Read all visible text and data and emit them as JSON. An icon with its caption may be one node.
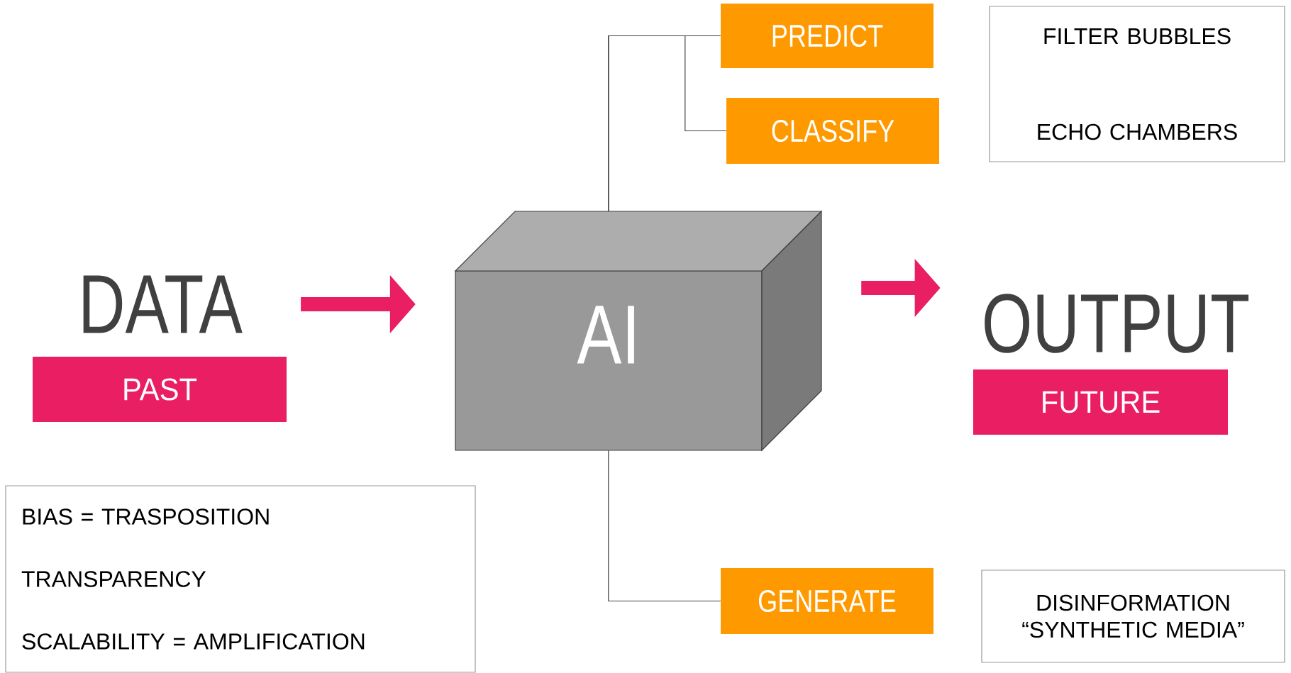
{
  "diagram": {
    "nodes": [
      {
        "text": [
          "DATA"
        ]
      },
      {
        "text": [
          "PAST"
        ]
      },
      {
        "text": [
          "AI"
        ]
      },
      {
        "text": [
          "OUTPUT"
        ]
      },
      {
        "text": [
          "FUTURE"
        ]
      },
      {
        "text": [
          "PREDICT"
        ]
      },
      {
        "text": [
          "CLASSIFY"
        ]
      },
      {
        "text": [
          "GENERATE"
        ]
      },
      {
        "text": [
          "FILTER BUBBLES",
          "ECHO CHAMBERS"
        ]
      },
      {
        "text": [
          "BIAS = TRASPOSITION",
          "TRANSPARENCY",
          "SCALABILITY = AMPLIFICATION"
        ]
      },
      {
        "text": [
          "DISINFORMATION “SYNTHETIC MEDIA”"
        ]
      }
    ],
    "edges": [
      {
        "from": 0,
        "to": 2,
        "arrow": "to",
        "style": "thick",
        "color": "#e91e63"
      },
      {
        "from": 2,
        "to": 3,
        "arrow": "to",
        "style": "thick",
        "color": "#e91e63"
      },
      {
        "from": 2,
        "to": 5,
        "arrow": "none"
      },
      {
        "from": 2,
        "to": 6,
        "arrow": "none"
      },
      {
        "from": 2,
        "to": 7,
        "arrow": "none"
      }
    ]
  }
}
